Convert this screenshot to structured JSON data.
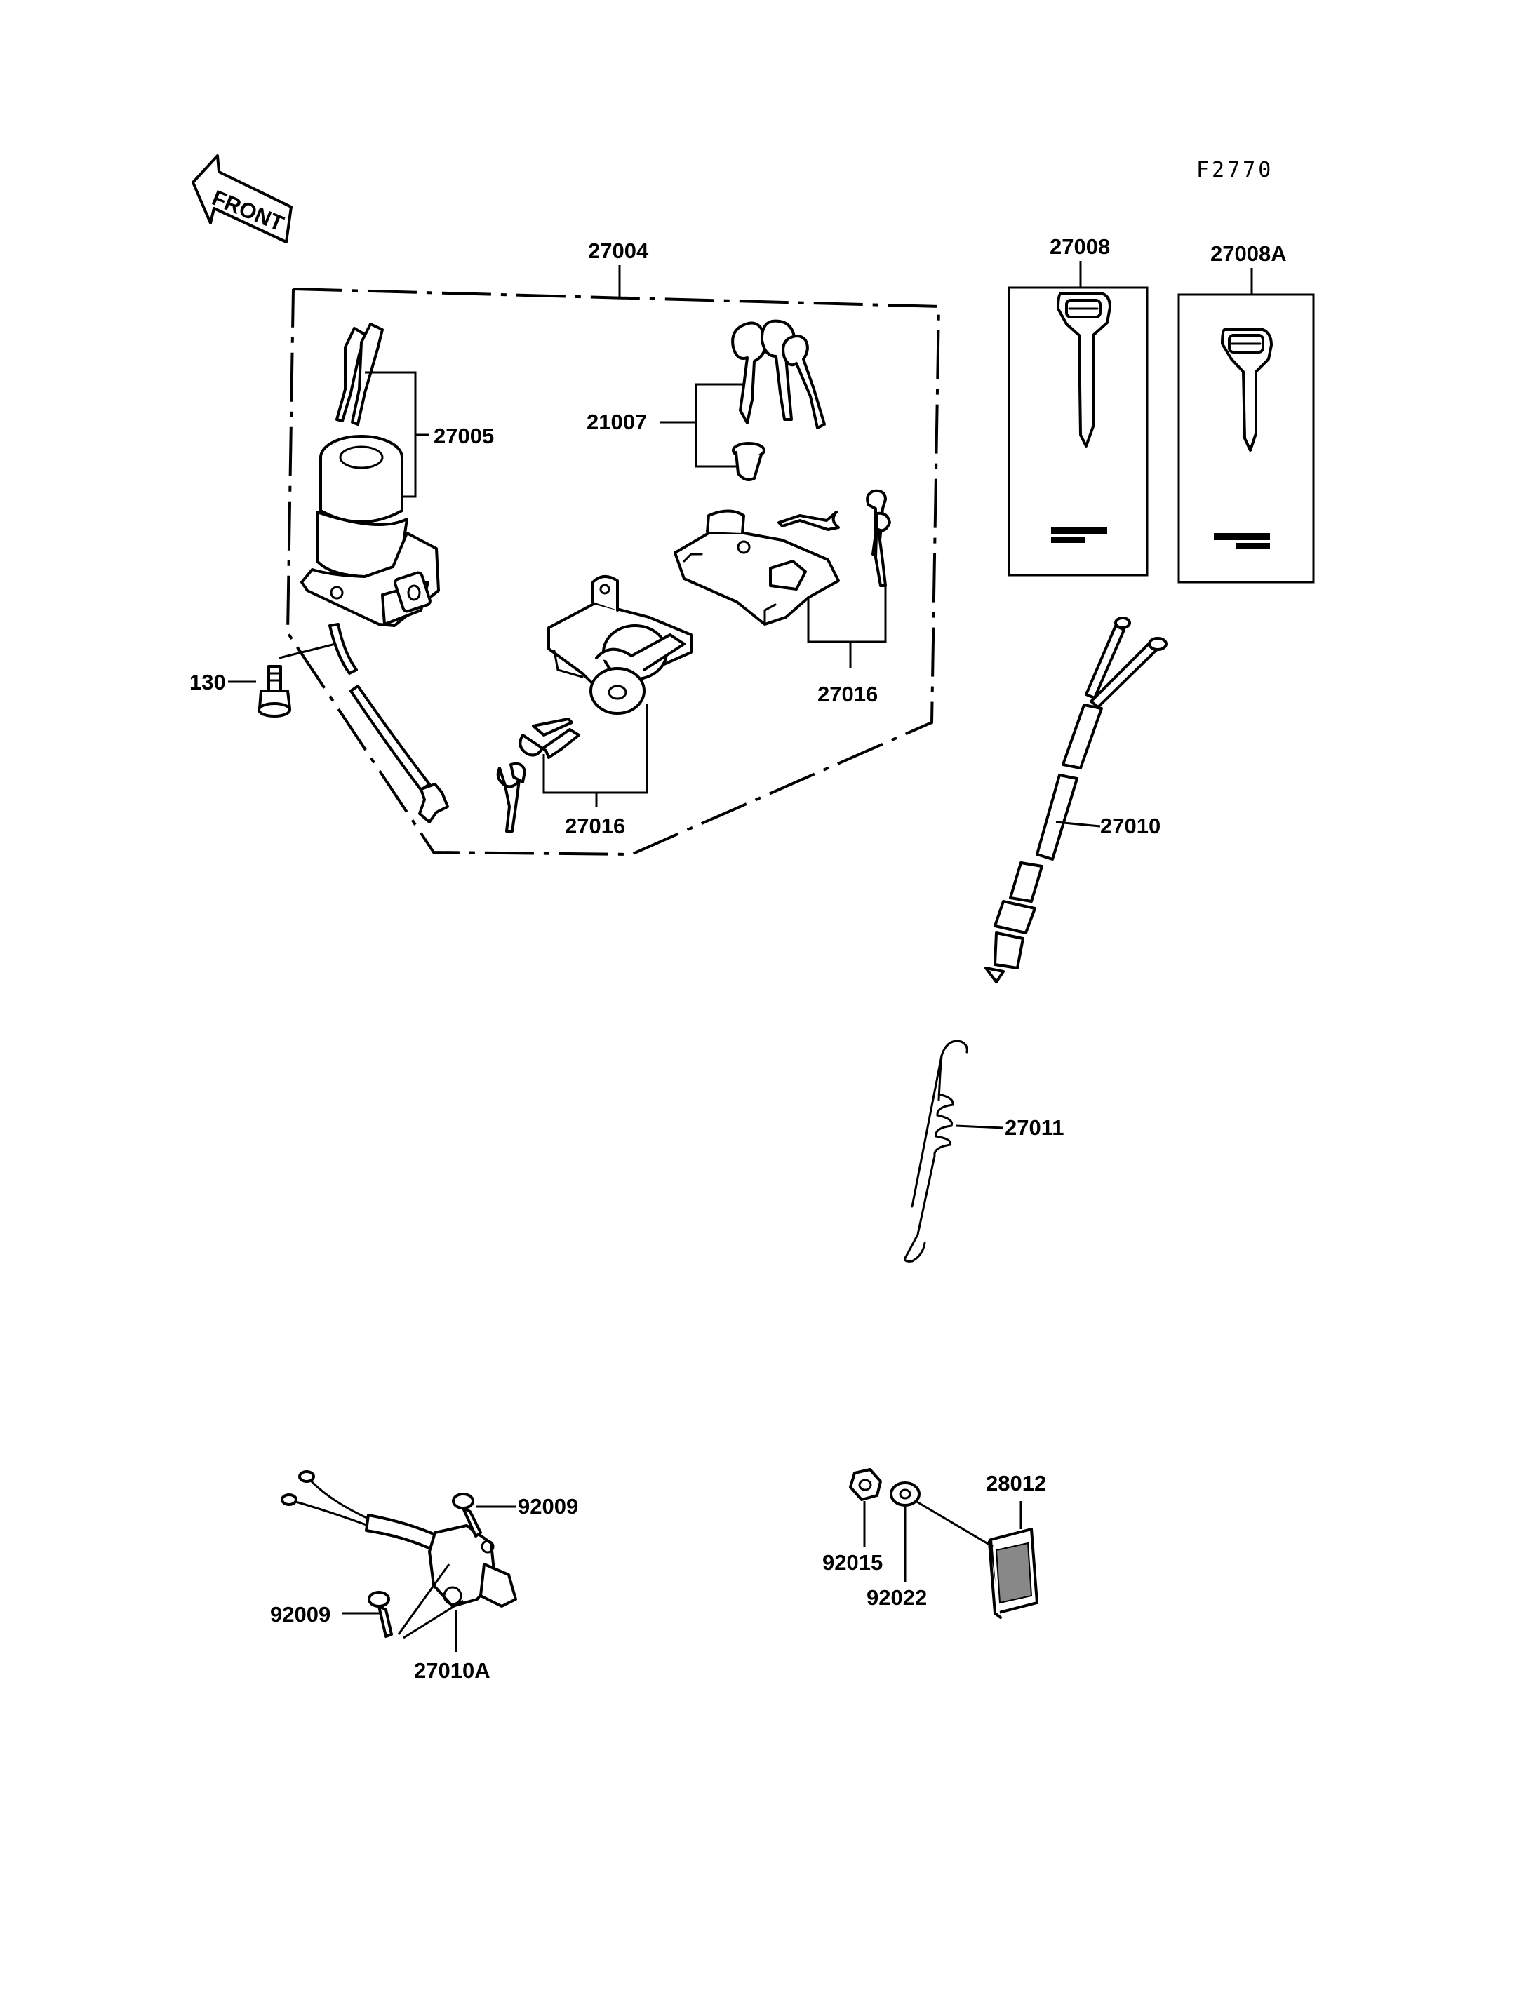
{
  "figure_code": "F2770",
  "front_arrow_label": "FRONT",
  "parts": {
    "p27004": "27004",
    "p27005": "27005",
    "p21007": "21007",
    "p27016a": "27016",
    "p27016b": "27016",
    "p130": "130",
    "p27008": "27008",
    "p27008A": "27008A",
    "p27010": "27010",
    "p27011": "27011",
    "p92009a": "92009",
    "p92009b": "92009",
    "p27010A": "27010A",
    "p28012": "28012",
    "p92015": "92015",
    "p92022": "92022"
  }
}
